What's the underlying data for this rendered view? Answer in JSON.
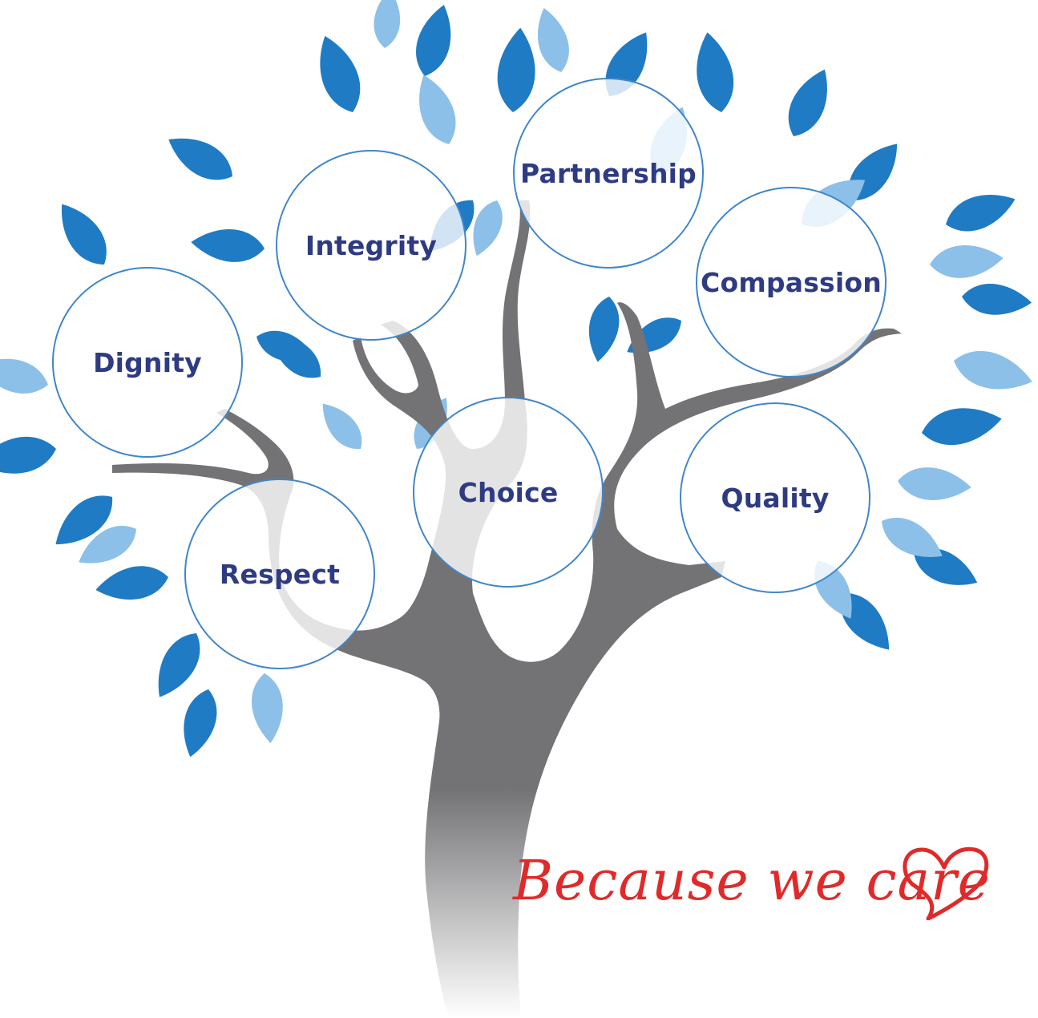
{
  "values": {
    "dignity": "Dignity",
    "integrity": "Integrity",
    "partnership": "Partnership",
    "compassion": "Compassion",
    "respect": "Respect",
    "choice": "Choice",
    "quality": "Quality"
  },
  "tagline": "Because we care",
  "icons": {
    "heart": "heart-icon"
  },
  "colors": {
    "leaf_dark": "#1f7bc4",
    "leaf_light": "#8cc0e8",
    "trunk": "#737376",
    "circle_border": "#3f86c9",
    "label_text": "#2e3b82",
    "tagline": "#e02a2a"
  }
}
